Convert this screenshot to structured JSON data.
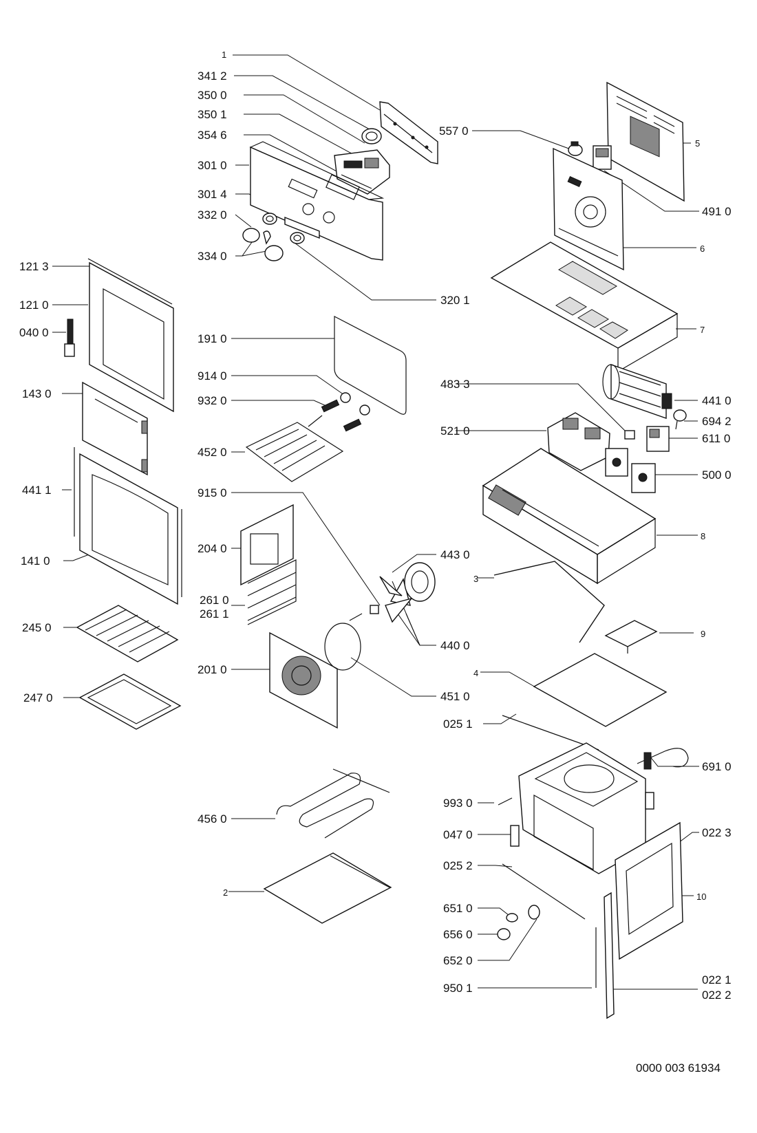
{
  "callouts": {
    "c1": "1",
    "c341_2": "341 2",
    "c350_0": "350 0",
    "c350_1": "350 1",
    "c354_6": "354 6",
    "c301_0": "301 0",
    "c301_4": "301 4",
    "c332_0": "332 0",
    "c334_0": "334 0",
    "c320_1": "320 1",
    "c557_0": "557 0",
    "c5": "5",
    "c491_0": "491 0",
    "c6": "6",
    "c7": "7",
    "c121_3": "121 3",
    "c121_0": "121 0",
    "c040_0": "040 0",
    "c191_0": "191 0",
    "c914_0": "914 0",
    "c932_0": "932 0",
    "c452_0": "452 0",
    "c143_0": "143 0",
    "c441_1": "441 1",
    "c141_0": "141 0",
    "c915_0": "915 0",
    "c204_0": "204 0",
    "c261_0": "261 0",
    "c261_1": "261 1",
    "c245_0": "245 0",
    "c201_0": "201 0",
    "c247_0": "247 0",
    "c443_0": "443 0",
    "c440_0": "440 0",
    "c451_0": "451 0",
    "c483_3": "483 3",
    "c441_0": "441 0",
    "c694_2": "694 2",
    "c521_0": "521 0",
    "c611_0": "611 0",
    "c500_0": "500 0",
    "c8": "8",
    "c3": "3",
    "c9": "9",
    "c4": "4",
    "c025_1": "025 1",
    "c691_0": "691 0",
    "c456_0": "456 0",
    "c993_0": "993 0",
    "c047_0": "047 0",
    "c022_3": "022 3",
    "c025_2": "025 2",
    "c2": "2",
    "c10": "10",
    "c651_0": "651 0",
    "c656_0": "656 0",
    "c652_0": "652 0",
    "c950_1": "950 1",
    "c022_1": "022 1",
    "c022_2": "022 2"
  },
  "document_code": "0000 003 61934"
}
